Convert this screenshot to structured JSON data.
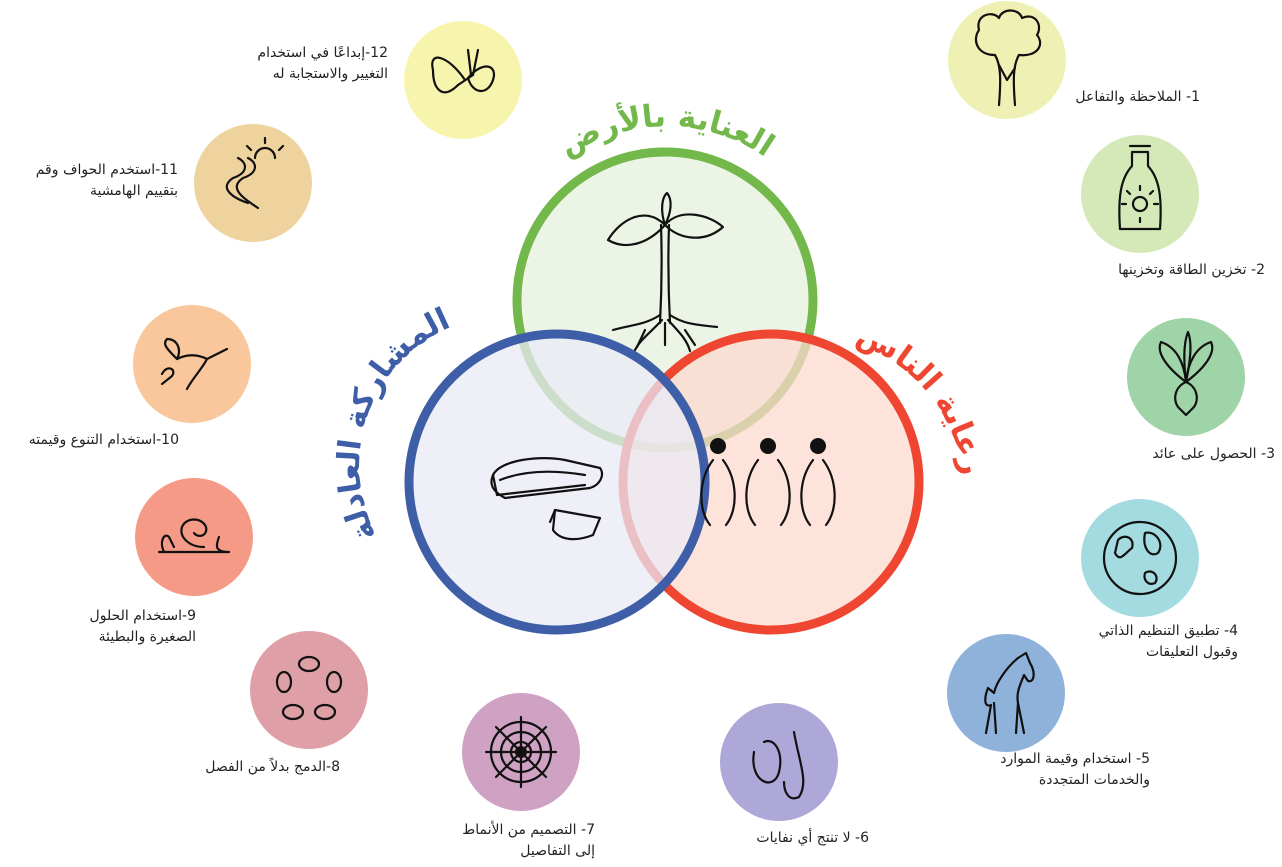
{
  "core": {
    "earth_word1": "العناية",
    "earth_word2": "بالأرض",
    "people": "رعاية الناس",
    "share": "المشاركة العادلة"
  },
  "colors": {
    "earth": "#73b84a",
    "earth_fill": "#e6f1dc",
    "people": "#ef4631",
    "people_fill": "#fcdacd",
    "share": "#3f5ea8",
    "share_fill": "#e9eaf5"
  },
  "principles": [
    {
      "line1": "1- الملاحظة والتفاعل",
      "line2": "",
      "icon": "tree-icon",
      "color": "#eff1b4"
    },
    {
      "line1": "2- تخزين الطاقة وتخزينها",
      "line2": "",
      "icon": "jar-sun-icon",
      "color": "#d5e9b8"
    },
    {
      "line1": "3- الحصول على عائد",
      "line2": "",
      "icon": "beet-icon",
      "color": "#9fd4a9"
    },
    {
      "line1": "4- تطبيق التنظيم الذاتي",
      "line2": "وقبول التعليقات",
      "icon": "globe-icon",
      "color": "#a4dbe0"
    },
    {
      "line1": "5- استخدام وقيمة الموارد",
      "line2": "والخدمات المتجددة",
      "icon": "horse-icon",
      "color": "#8fb2da"
    },
    {
      "line1": "6- لا تنتج أي نفايات",
      "line2": "",
      "icon": "worm-icon",
      "color": "#ada8d7"
    },
    {
      "line1": "7- التصميم من الأنماط",
      "line2": "إلى التفاصيل",
      "icon": "spiderweb-icon",
      "color": "#cfa2c4"
    },
    {
      "line1": "8-الدمج بدلاً من الفصل",
      "line2": "",
      "icon": "flower-ring-icon",
      "color": "#df9fa6"
    },
    {
      "line1": "9-استخدام الحلول",
      "line2": "الصغيرة والبطيئة",
      "icon": "snail-icon",
      "color": "#f59a86"
    },
    {
      "line1": "10-استخدام التنوع وقيمته",
      "line2": "",
      "icon": "hummingbird-icon",
      "color": "#f9c79b"
    },
    {
      "line1": "11-استخدم الحواف وقم",
      "line2": "بتقييم الهامشية",
      "icon": "river-sun-icon",
      "color": "#efd39e"
    },
    {
      "line1": "12-إبداعًا في استخدام",
      "line2": "التغيير والاستجابة له",
      "icon": "butterfly-icon",
      "color": "#f7f4ad"
    }
  ]
}
